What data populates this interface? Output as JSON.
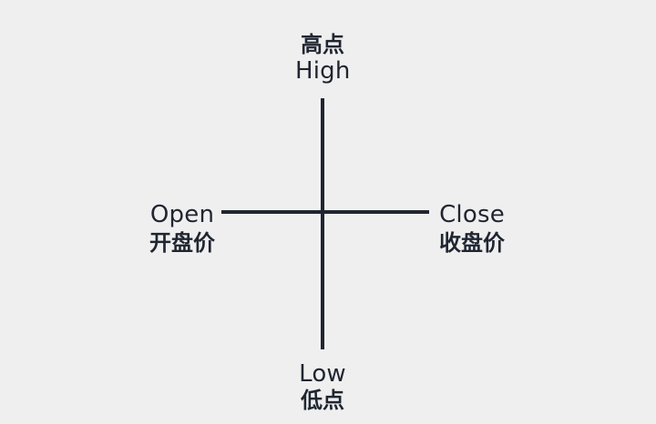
{
  "diagram": {
    "high": {
      "zh": "高点",
      "en": "High"
    },
    "low": {
      "en": "Low",
      "zh": "低点"
    },
    "open": {
      "en": "Open",
      "zh": "开盘价"
    },
    "close": {
      "en": "Close",
      "zh": "收盘价"
    },
    "line_color": "#1f2631",
    "background_color": "#efefef"
  }
}
